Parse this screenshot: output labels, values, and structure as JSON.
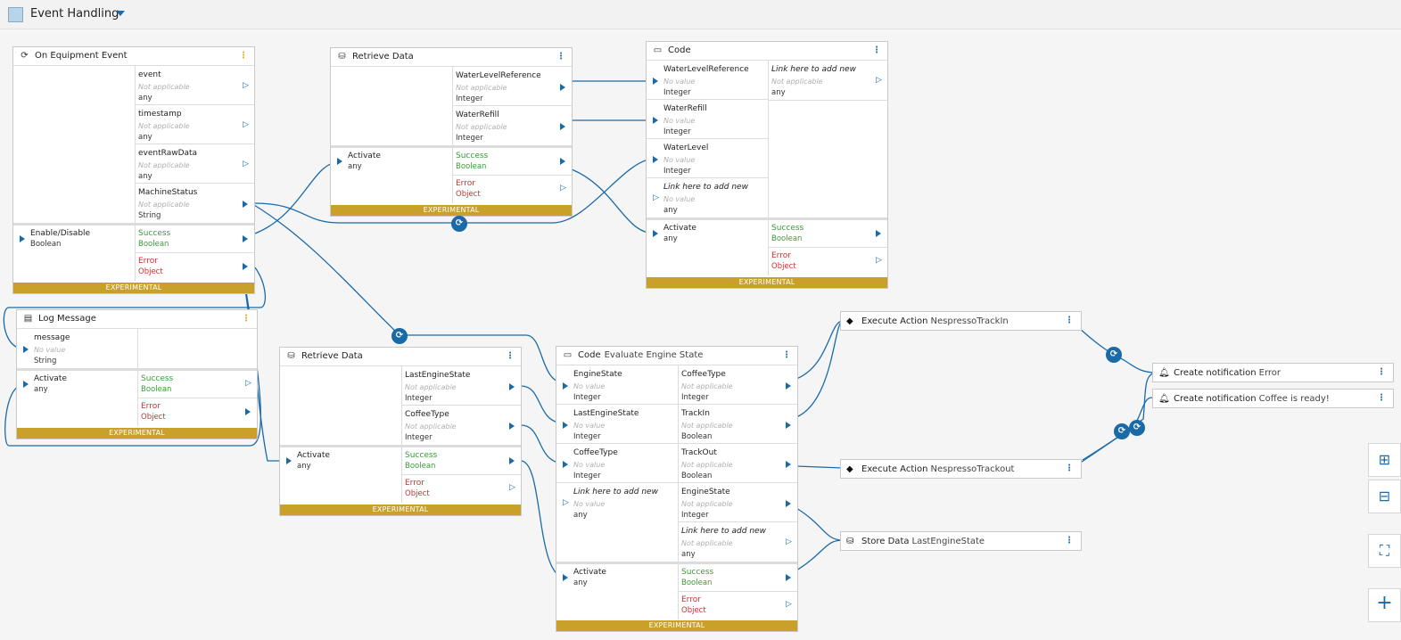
{
  "header": {
    "title": "Event Handling"
  },
  "common": {
    "experimental": "EXPERIMENTAL",
    "kebab": "⋮"
  },
  "nodes": {
    "equip": {
      "title": "On Equipment Event",
      "outputs": [
        {
          "name": "event",
          "value": "Not applicable",
          "type": "any"
        },
        {
          "name": "timestamp",
          "value": "Not applicable",
          "type": "any"
        },
        {
          "name": "eventRawData",
          "value": "Not applicable",
          "type": "any"
        },
        {
          "name": "MachineStatus",
          "value": "Not applicable",
          "type": "String"
        }
      ],
      "control_in": {
        "name": "Enable/Disable",
        "type": "Boolean"
      },
      "success": {
        "name": "Success",
        "type": "Boolean"
      },
      "error": {
        "name": "Error",
        "type": "Object"
      }
    },
    "log": {
      "title": "Log Message",
      "inputs": [
        {
          "name": "message",
          "value": "No value",
          "type": "String"
        }
      ],
      "control_in": {
        "name": "Activate",
        "type": "any"
      },
      "success": {
        "name": "Success",
        "type": "Boolean"
      },
      "error": {
        "name": "Error",
        "type": "Object"
      }
    },
    "rd1": {
      "title": "Retrieve Data",
      "outputs": [
        {
          "name": "WaterLevelReference",
          "value": "Not applicable",
          "type": "Integer"
        },
        {
          "name": "WaterRefill",
          "value": "Not applicable",
          "type": "Integer"
        }
      ],
      "control_in": {
        "name": "Activate",
        "type": "any"
      },
      "success": {
        "name": "Success",
        "type": "Boolean"
      },
      "error": {
        "name": "Error",
        "type": "Object"
      }
    },
    "code1": {
      "title": "Code",
      "inputs": [
        {
          "name": "WaterLevelReference",
          "value": "No value",
          "type": "Integer"
        },
        {
          "name": "WaterRefill",
          "value": "No value",
          "type": "Integer"
        },
        {
          "name": "WaterLevel",
          "value": "No value",
          "type": "Integer"
        },
        {
          "name": "Link here to add new",
          "value": "No value",
          "type": "any"
        }
      ],
      "outputs": [
        {
          "name": "Link here to add new",
          "value": "Not applicable",
          "type": "any"
        }
      ],
      "control_in": {
        "name": "Activate",
        "type": "any"
      },
      "success": {
        "name": "Success",
        "type": "Boolean"
      },
      "error": {
        "name": "Error",
        "type": "Object"
      }
    },
    "rd2": {
      "title": "Retrieve Data",
      "outputs": [
        {
          "name": "LastEngineState",
          "value": "Not applicable",
          "type": "Integer"
        },
        {
          "name": "CoffeeType",
          "value": "Not applicable",
          "type": "Integer"
        }
      ],
      "control_in": {
        "name": "Activate",
        "type": "any"
      },
      "success": {
        "name": "Success",
        "type": "Boolean"
      },
      "error": {
        "name": "Error",
        "type": "Object"
      }
    },
    "code2": {
      "title": "Code",
      "subtitle": "Evaluate Engine State",
      "inputs": [
        {
          "name": "EngineState",
          "value": "No value",
          "type": "Integer"
        },
        {
          "name": "LastEngineState",
          "value": "No value",
          "type": "Integer"
        },
        {
          "name": "CoffeeType",
          "value": "No value",
          "type": "Integer"
        },
        {
          "name": "Link here to add new",
          "value": "No value",
          "type": "any"
        }
      ],
      "outputs": [
        {
          "name": "CoffeeType",
          "value": "Not applicable",
          "type": "Integer"
        },
        {
          "name": "TrackIn",
          "value": "Not applicable",
          "type": "Boolean"
        },
        {
          "name": "TrackOut",
          "value": "Not applicable",
          "type": "Boolean"
        },
        {
          "name": "EngineState",
          "value": "Not applicable",
          "type": "Integer"
        },
        {
          "name": "Link here to add new",
          "value": "Not applicable",
          "type": "any"
        }
      ],
      "control_in": {
        "name": "Activate",
        "type": "any"
      },
      "success": {
        "name": "Success",
        "type": "Boolean"
      },
      "error": {
        "name": "Error",
        "type": "Object"
      }
    }
  },
  "actions": {
    "trackin": {
      "title": "Execute Action",
      "sub": "NespressoTrackIn"
    },
    "trackout": {
      "title": "Execute Action",
      "sub": "NespressoTrackout"
    },
    "store": {
      "title": "Store Data",
      "sub": "LastEngineState"
    },
    "notif_error": {
      "title": "Create notification",
      "sub": "Error"
    },
    "notif_ready": {
      "title": "Create notification",
      "sub": "Coffee is ready!"
    }
  },
  "toolbar": {
    "add_label": "+"
  },
  "colors": {
    "wire": "#1a6aa8",
    "experimental": "#c8a02a",
    "success": "#3a9a3a",
    "error": "#c83232"
  },
  "icons": [
    "equipment-event-icon",
    "log-message-icon",
    "retrieve-data-icon",
    "code-icon",
    "execute-action-icon",
    "store-data-icon",
    "bell-icon",
    "loop-badge-icon",
    "expand-icon",
    "collapse-icon",
    "fit-view-icon",
    "add-icon"
  ]
}
